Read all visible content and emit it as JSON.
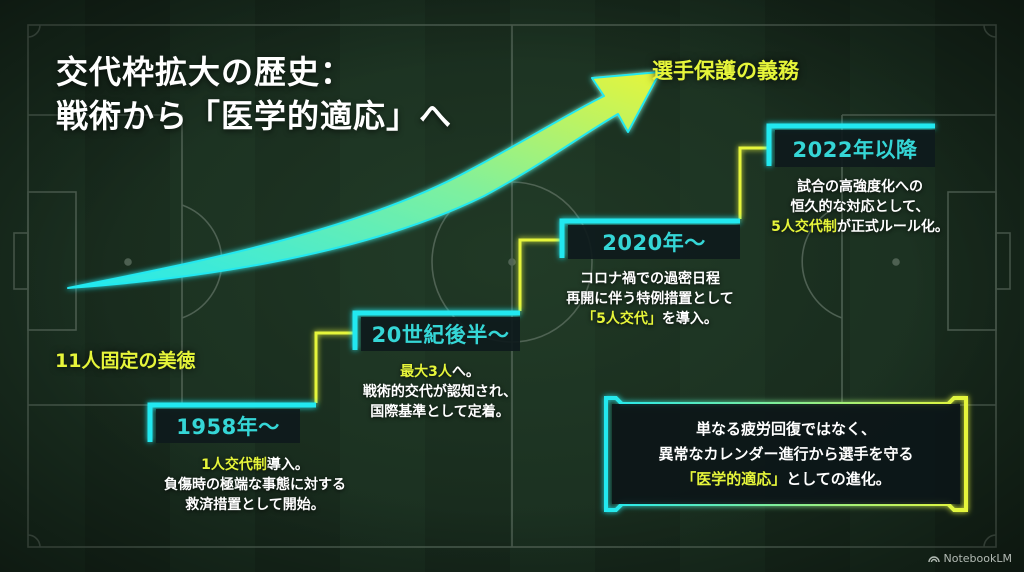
{
  "title": {
    "line1": "交代枠拡大の歴史：",
    "line2": "戦術から「医学的適応」へ"
  },
  "arrow": {
    "start_label": "11人固定の美徳",
    "end_label": "選手保護の義務"
  },
  "timeline": [
    {
      "year": "1958年〜",
      "lines": [
        {
          "highlight": "1人交代制",
          "rest": "導入。"
        },
        {
          "highlight": "",
          "rest": "負傷時の極端な事態に対する"
        },
        {
          "highlight": "",
          "rest": "救済措置として開始。"
        }
      ]
    },
    {
      "year": "20世紀後半〜",
      "lines": [
        {
          "highlight": "最大3人",
          "rest": "へ。"
        },
        {
          "highlight": "",
          "rest": "戦術的交代が認知され、"
        },
        {
          "highlight": "",
          "rest": "国際基準として定着。"
        }
      ]
    },
    {
      "year": "2020年〜",
      "lines": [
        {
          "highlight": "",
          "rest": "コロナ禍での過密日程"
        },
        {
          "highlight": "",
          "rest": "再開に伴う特例措置として"
        },
        {
          "highlight": "「5人交代」",
          "rest": "を導入。"
        }
      ]
    },
    {
      "year": "2022年以降",
      "lines": [
        {
          "highlight": "",
          "rest": "試合の高強度化への"
        },
        {
          "highlight": "",
          "rest": "恒久的な対応として、"
        },
        {
          "highlight": "5人交代制",
          "rest": "が正式ルール化。"
        }
      ]
    }
  ],
  "callout": {
    "line1": "単なる疲労回復ではなく、",
    "line2": "異常なカレンダー進行から選手を守る",
    "line3_highlight": "「医学的適応」",
    "line3_rest": "としての進化。"
  },
  "watermark": {
    "icon": "notebooklm-logo-icon",
    "label": "NotebookLM"
  },
  "colors": {
    "cyan": "#22e8f0",
    "cyan_text": "#35d6d6",
    "yellow": "#e6f53a",
    "pitch_line": "#6f7f72",
    "background": "#17291c"
  }
}
